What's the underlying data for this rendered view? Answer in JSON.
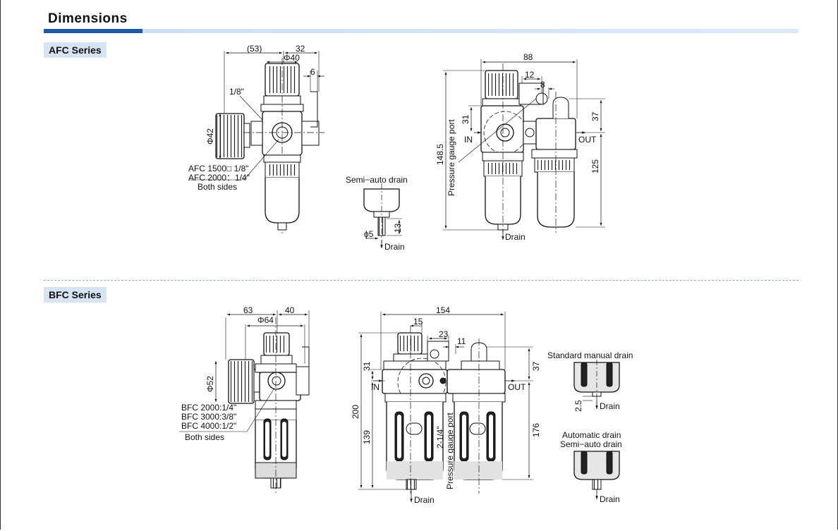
{
  "header": {
    "title": "Dimensions"
  },
  "afc": {
    "tag": "AFC Series",
    "front": {
      "d_53": "(53)",
      "d_32": "32",
      "d_phi40": "Φ40",
      "d_6": "6",
      "d_18": "1/8\"",
      "d_phi42": "Φ42",
      "note1": "AFC 1500□ 1/8\"",
      "note2": "AFC 2000：1/4\"",
      "note3": "Both sides"
    },
    "drain": {
      "title": "Semi−auto drain",
      "d_13": "13",
      "d_phi5": "ϕ5",
      "label": "Drain"
    },
    "side": {
      "d_88": "88",
      "d_12": "12",
      "d_8": "8",
      "d_31": "31",
      "d_37": "37",
      "d_1485": "148.5",
      "d_125": "125",
      "pgp": "Pressure gauge port",
      "in": "IN",
      "out": "OUT",
      "drain": "Drain"
    }
  },
  "bfc": {
    "tag": "BFC Series",
    "front": {
      "d_63": "63",
      "d_40": "40",
      "d_phi64": "Φ64",
      "d_phi52": "Φ52",
      "note1": "BFC 2000:1/4\"",
      "note2": "BFC 3000:3/8\"",
      "note3": "BFC 4000:1/2\"",
      "note4": "Both sides"
    },
    "side": {
      "d_154": "154",
      "d_15": "15",
      "d_23": "23",
      "d_11": "11",
      "d_31": "31",
      "d_37": "37",
      "d_200": "200",
      "d_139": "139",
      "d_176": "176",
      "pgp": "Pressure gauge port",
      "d_214": "2-1/4\"",
      "in": "IN",
      "out": "OUT",
      "drain": "Drain"
    },
    "std_drain": {
      "title": "Standard manual drain",
      "d_25": "2.5",
      "label": "Drain"
    },
    "auto_drain": {
      "title1": "Automatic drain",
      "title2": "Semi−auto drain",
      "label": "Drain"
    }
  }
}
